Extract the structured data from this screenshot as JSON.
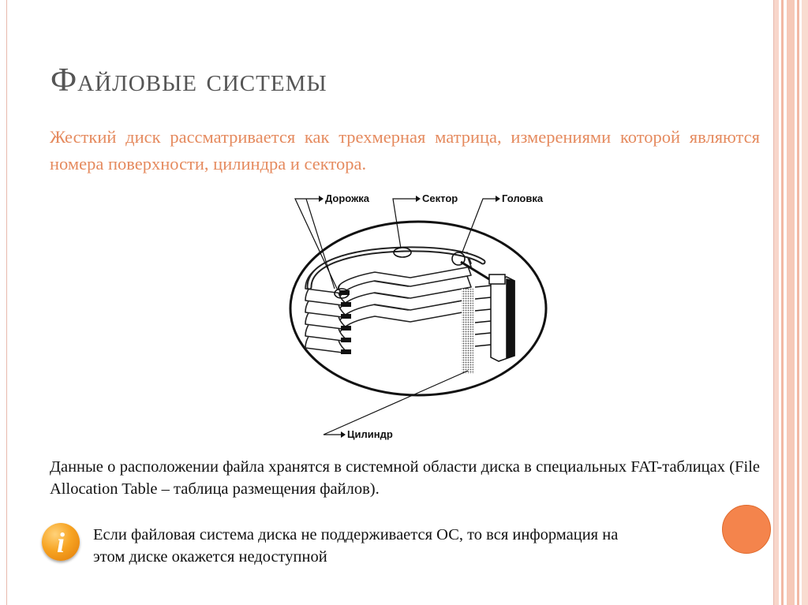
{
  "slide": {
    "title": "Файловые системы",
    "intro": "Жесткий диск рассматривается как трехмерная матрица, измерениями которой являются номера поверхности, цилиндра и сектора.",
    "diagram": {
      "labels": {
        "track": "Дорожка",
        "sector": "Сектор",
        "head": "Головка",
        "cylinder": "Цилиндр"
      }
    },
    "fat_paragraph": "Данные о расположении файла хранятся в системной области диска в специальных FAT-таблицах (File Allocation Table – таблица размещения файлов).",
    "note": {
      "icon": "info-icon",
      "icon_glyph": "i",
      "text": "Если файловая система диска не поддерживается ОС, то вся информация на этом диске окажется недоступной"
    }
  },
  "colors": {
    "title": "#555555",
    "intro_text": "#e58a5e",
    "body_text": "#111111",
    "accent_circle": "#f4844c",
    "stripes": "#f5c3b2"
  }
}
